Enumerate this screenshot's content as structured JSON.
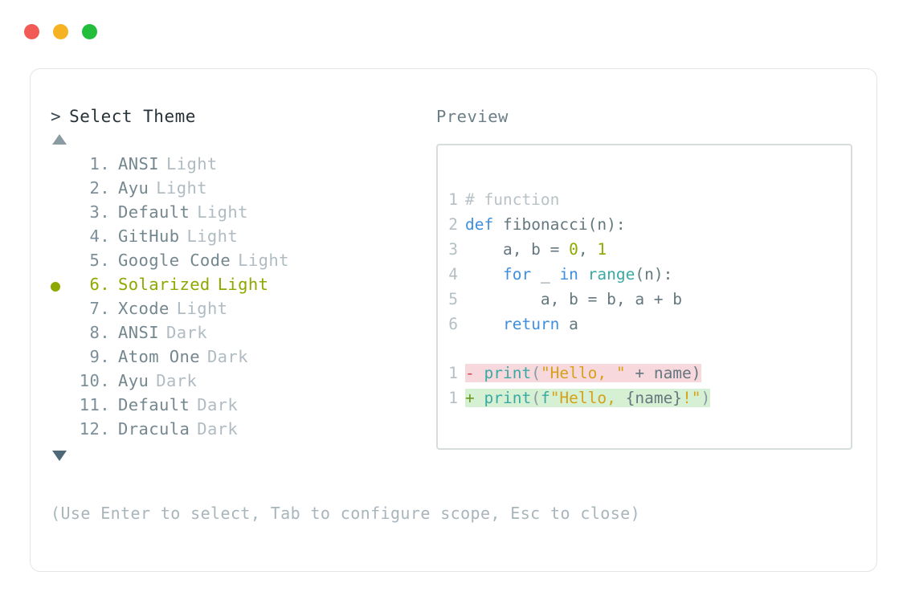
{
  "window_controls": [
    {
      "name": "close",
      "color": "#f25a55"
    },
    {
      "name": "minimize",
      "color": "#f5b324"
    },
    {
      "name": "maximize",
      "color": "#23bd3c"
    }
  ],
  "selector": {
    "caret": ">",
    "title": "Select Theme",
    "scroll_up_icon": "▲",
    "scroll_down_icon": "▼",
    "selected_index": 6,
    "items": [
      {
        "index": "1.",
        "name": "ANSI",
        "variant": "Light",
        "selected": false
      },
      {
        "index": "2.",
        "name": "Ayu",
        "variant": "Light",
        "selected": false
      },
      {
        "index": "3.",
        "name": "Default",
        "variant": "Light",
        "selected": false
      },
      {
        "index": "4.",
        "name": "GitHub",
        "variant": "Light",
        "selected": false
      },
      {
        "index": "5.",
        "name": "Google Code",
        "variant": "Light",
        "selected": false
      },
      {
        "index": "6.",
        "name": "Solarized",
        "variant": "Light",
        "selected": true
      },
      {
        "index": "7.",
        "name": "Xcode",
        "variant": "Light",
        "selected": false
      },
      {
        "index": "8.",
        "name": "ANSI",
        "variant": "Dark",
        "selected": false
      },
      {
        "index": "9.",
        "name": "Atom One",
        "variant": "Dark",
        "selected": false
      },
      {
        "index": "10.",
        "name": "Ayu",
        "variant": "Dark",
        "selected": false
      },
      {
        "index": "11.",
        "name": "Default",
        "variant": "Dark",
        "selected": false
      },
      {
        "index": "12.",
        "name": "Dracula",
        "variant": "Dark",
        "selected": false
      }
    ]
  },
  "preview": {
    "label": "Preview",
    "code_lines": [
      {
        "n": "1",
        "tokens": [
          {
            "t": "# function",
            "c": "comment"
          }
        ]
      },
      {
        "n": "2",
        "tokens": [
          {
            "t": "def",
            "c": "kw"
          },
          {
            "t": " fibonacci(n):",
            "c": "plain"
          }
        ]
      },
      {
        "n": "3",
        "tokens": [
          {
            "t": "    a, b = ",
            "c": "plain"
          },
          {
            "t": "0",
            "c": "num"
          },
          {
            "t": ", ",
            "c": "plain"
          },
          {
            "t": "1",
            "c": "num"
          }
        ]
      },
      {
        "n": "4",
        "tokens": [
          {
            "t": "    ",
            "c": "plain"
          },
          {
            "t": "for",
            "c": "kw"
          },
          {
            "t": " _ ",
            "c": "plain"
          },
          {
            "t": "in",
            "c": "kw"
          },
          {
            "t": " ",
            "c": "plain"
          },
          {
            "t": "range",
            "c": "fn"
          },
          {
            "t": "(n):",
            "c": "plain"
          }
        ]
      },
      {
        "n": "5",
        "tokens": [
          {
            "t": "        a, b = b, a + b",
            "c": "plain"
          }
        ]
      },
      {
        "n": "6",
        "tokens": [
          {
            "t": "    ",
            "c": "plain"
          },
          {
            "t": "return",
            "c": "kw"
          },
          {
            "t": " a",
            "c": "plain"
          }
        ]
      }
    ],
    "diff_lines": [
      {
        "n": "1",
        "kind": "del",
        "sign": "-",
        "tokens": [
          {
            "t": "print",
            "c": "fn"
          },
          {
            "t": "(",
            "c": "punct"
          },
          {
            "t": "\"Hello, \"",
            "c": "str"
          },
          {
            "t": " + name)",
            "c": "plain"
          }
        ]
      },
      {
        "n": "1",
        "kind": "add",
        "sign": "+",
        "tokens": [
          {
            "t": "print",
            "c": "fn"
          },
          {
            "t": "(",
            "c": "punct"
          },
          {
            "t": "f",
            "c": "fn"
          },
          {
            "t": "\"Hello, ",
            "c": "str"
          },
          {
            "t": "{name}",
            "c": "plain"
          },
          {
            "t": "!\"",
            "c": "str"
          },
          {
            "t": ")",
            "c": "punct"
          }
        ]
      }
    ]
  },
  "footer": {
    "hint": "(Use Enter to select, Tab to configure scope, Esc to close)"
  },
  "colors": {
    "accent_selected": "#8fa800",
    "diff_del_bg": "#f7d9dd",
    "diff_add_bg": "#d6f0d3",
    "keyword": "#3f8fe0",
    "function": "#3aa9a4",
    "string": "#d5a11a",
    "number": "#8fa800"
  }
}
